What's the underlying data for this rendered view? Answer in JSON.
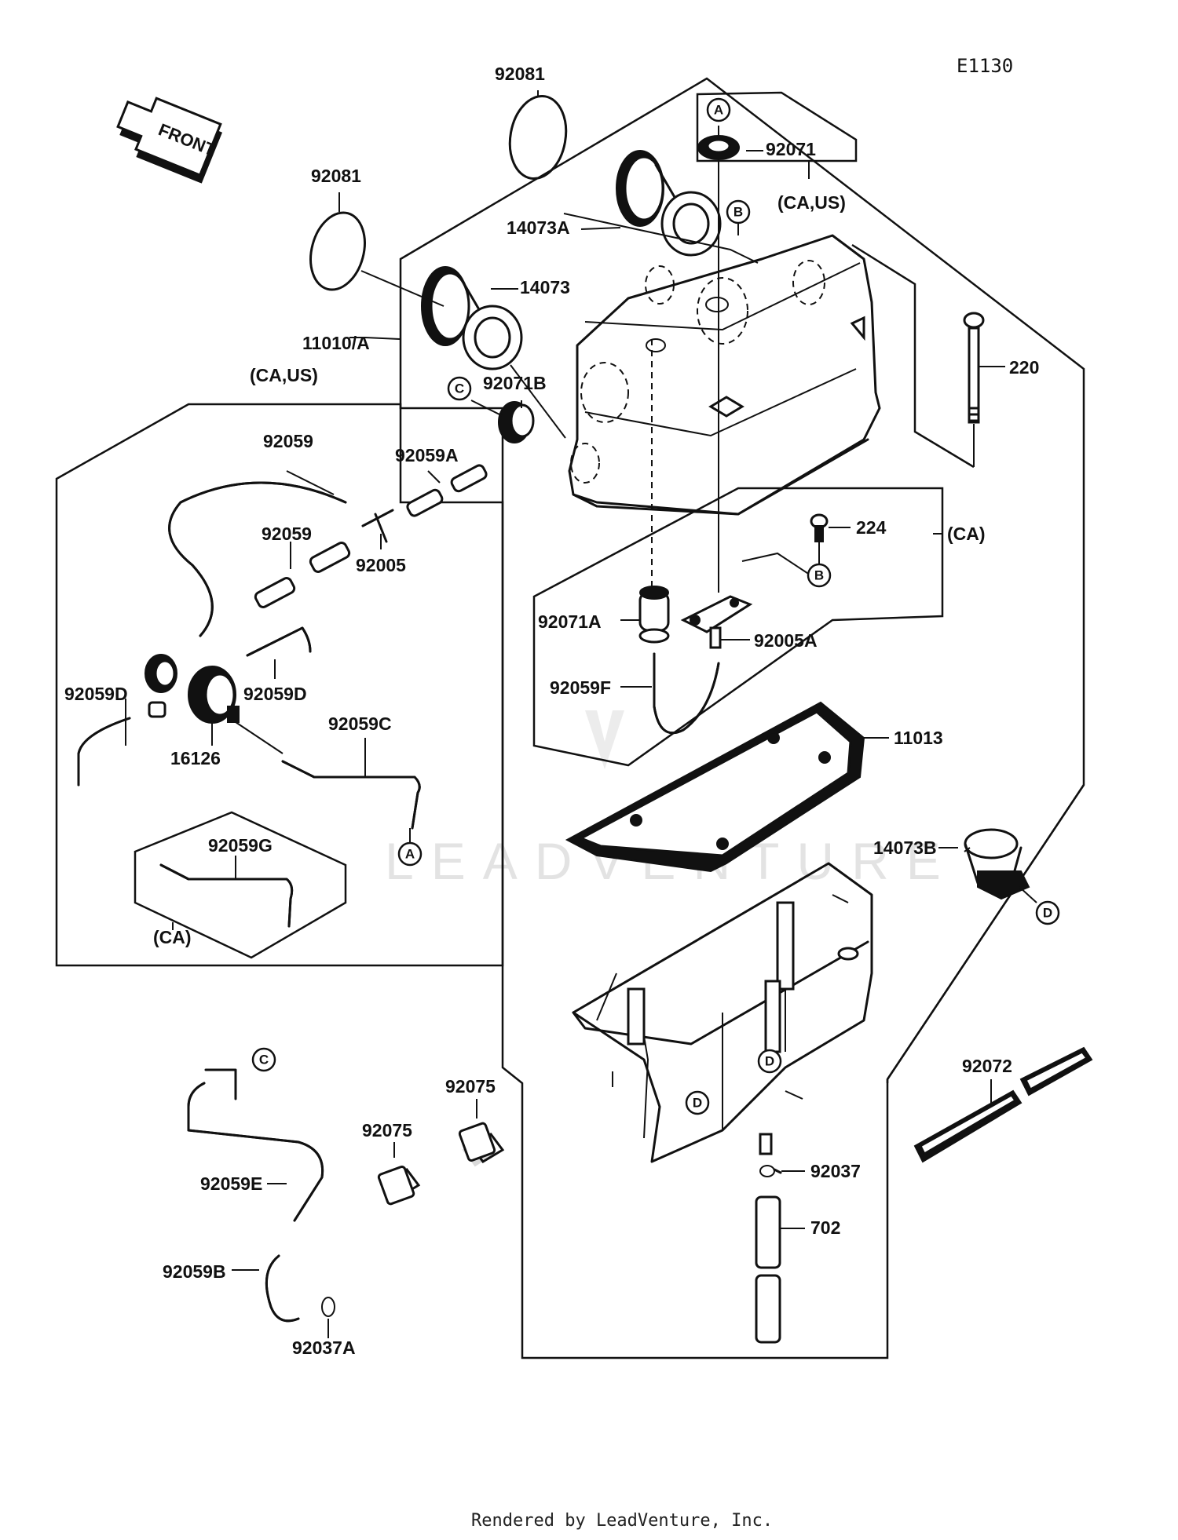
{
  "diagram_code": "E1130",
  "front_arrow_label": "FRONT",
  "watermark": "LEADVENTURE",
  "footer": "Rendered by LeadVenture, Inc.",
  "part_labels": {
    "p92081_top": "92081",
    "p92081_left": "92081",
    "p92071": "92071",
    "caus_top": "(CA,US)",
    "p14073A": "14073A",
    "p14073": "14073",
    "p11010A": "11010/A",
    "caus_left": "(CA,US)",
    "p92071B": "92071B",
    "p220": "220",
    "p92059_top": "92059",
    "p92059A": "92059A",
    "p92059_mid": "92059",
    "p92005": "92005",
    "p224": "224",
    "ca_right": "(CA)",
    "p92071A": "92071A",
    "p92005A": "92005A",
    "p92059F": "92059F",
    "p92059D_left": "92059D",
    "p92059D_right": "92059D",
    "p92059C": "92059C",
    "p16126": "16126",
    "p11013": "11013",
    "p92059G": "92059G",
    "ca_bottom": "(CA)",
    "p14073B": "14073B",
    "p92072": "92072",
    "p92075_a": "92075",
    "p92075_b": "92075",
    "p92059E": "92059E",
    "p92037": "92037",
    "p702": "702",
    "p92059B": "92059B",
    "p92037A": "92037A"
  },
  "reference_markers": {
    "A_top": "A",
    "B_top": "B",
    "C_left": "C",
    "B_mid": "B",
    "A_bottom": "A",
    "D_right": "D",
    "C_bottom": "C",
    "D_case1": "D",
    "D_case2": "D"
  }
}
